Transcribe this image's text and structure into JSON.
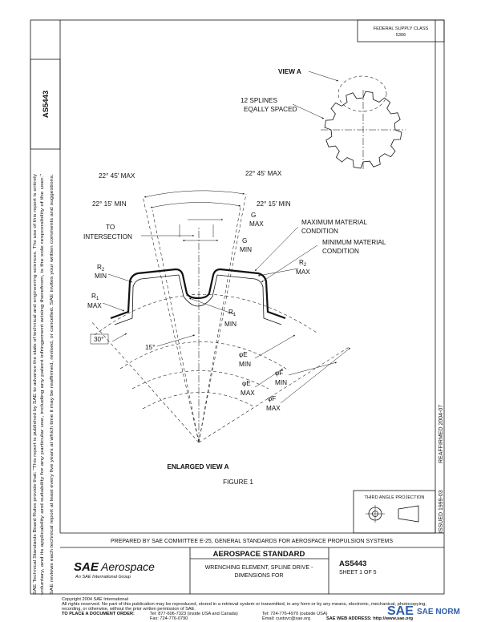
{
  "header": {
    "federal_supply_class_label": "FEDERAL SUPPLY CLASS",
    "federal_supply_class_value": "5306",
    "doc_number_side": "AS5443"
  },
  "side_notes": {
    "line1": "SAE Technical Standards Board Rules provide that: \"This report is published by SAE to advance the state of technical and engineering sciences. The use of this report is entirely",
    "line2": "voluntary, and its applicability and suitability for any particular use, including any patent infringement arising therefrom, is the sole responsibility of the user.\"",
    "line3": "SAE reviews each technical report at least every five years at which time it may be reaffirmed, revised, or cancelled. SAE invites your written comments and suggestions."
  },
  "drawing": {
    "view_a": "VIEW A",
    "splines_line1": "12 SPLINES",
    "splines_line2": "EQALLY SPACED",
    "angle_2245_left": "22° 45' MAX",
    "angle_2245_right": "22° 45' MAX",
    "angle_2215_left": "22° 15' MIN",
    "angle_2215_right": "22° 15' MIN",
    "to": "TO",
    "intersection": "INTERSECTION",
    "g_max_1": "G",
    "g_max_2": "MAX",
    "g_min_1": "G",
    "g_min_2": "MIN",
    "max_material_1": "MAXIMUM MATERIAL",
    "max_material_2": "CONDITION",
    "min_material_1": "MINIMUM MATERIAL",
    "min_material_2": "CONDITION",
    "r2_left": "R",
    "r2_left_sub": "2",
    "r2_left_min": "MIN",
    "r1_left": "R",
    "r1_left_sub": "1",
    "r1_left_max": "MAX",
    "r2_right": "R",
    "r2_right_sub": "2",
    "r2_right_max": "MAX",
    "r1_center": "R",
    "r1_center_sub": "1",
    "r1_center_min": "MIN",
    "angle_30": "30°",
    "angle_15": "15°",
    "phi_e_min_1": "φE",
    "phi_e_min_2": "MIN",
    "phi_e_max_1": "φE",
    "phi_e_max_2": "MAX",
    "phi_f_min_1": "φF",
    "phi_f_min_2": "MIN",
    "phi_f_max_1": "φF",
    "phi_f_max_2": "MAX",
    "enlarged_view": "ENLARGED VIEW A",
    "figure": "FIGURE 1",
    "reaffirmed": "REAFFIRMED 2004-07",
    "issued": "ISSUED 1999-03",
    "third_angle": "THIRD ANGLE PROJECTION"
  },
  "title_block": {
    "prepared_by": "PREPARED BY SAE COMMITTEE E-25, GENERAL STANDARDS FOR AEROSPACE PROPULSION SYSTEMS",
    "logo_sae": "SAE",
    "logo_aerospace": "Aerospace",
    "logo_tagline": "An SAE International Group",
    "standard": "AEROSPACE STANDARD",
    "title_line1": "WRENCHING ELEMENT, SPLINE DRIVE -",
    "title_line2": "DIMENSIONS FOR",
    "doc_number": "AS5443",
    "sheet": "SHEET 1 OF 5"
  },
  "footer": {
    "copyright": "Copyright 2004 SAE International",
    "rights": "All rights reserved. No part of this publication may be reproduced, stored in a retrieval system or transmitted, in any form or by any means, electronic, mechanical, photocopying,",
    "rights2": "recording, or otherwise, without the prior written permission of SAE.",
    "order_label": "TO PLACE A DOCUMENT ORDER:",
    "tel1": "Tel: 877-606-7323 (inside USA and Canada)",
    "tel2": "Tel: 724-776-4970 (outside USA)",
    "fax": "Fax: 724-776-0790",
    "email": "Email: custsvc@sae.org",
    "web": "SAE WEB ADDRESS: http://www.sae.org",
    "watermark": "SAE NORM"
  }
}
